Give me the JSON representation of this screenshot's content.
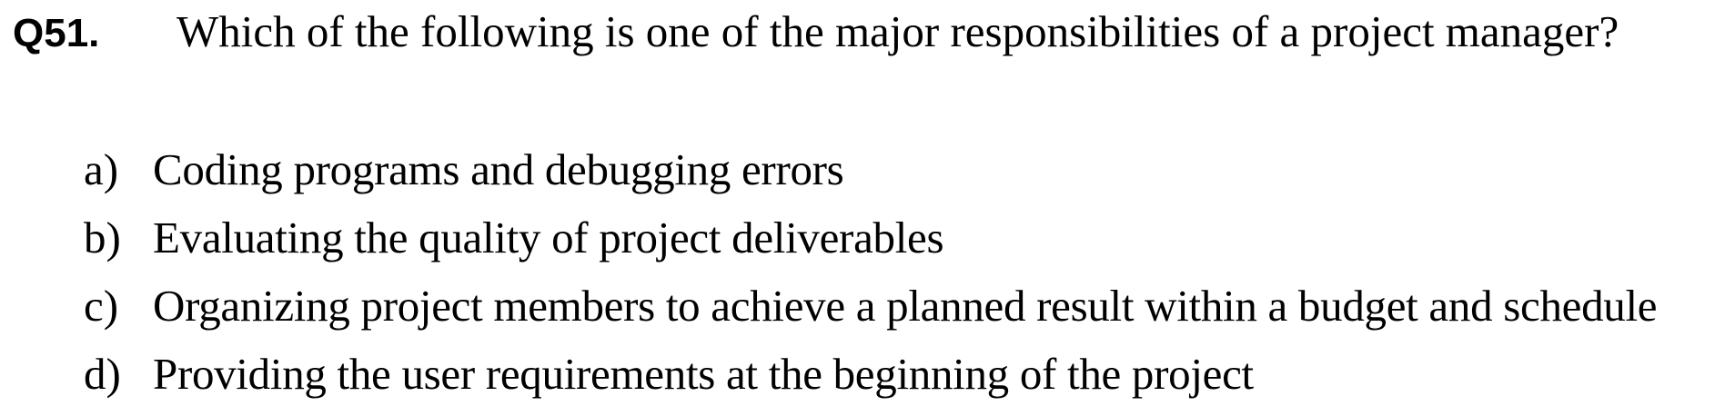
{
  "question": {
    "number": "Q51.",
    "text": "Which of the following is one of the major responsibilities of a project manager?"
  },
  "options": [
    {
      "label": "a)",
      "text": "Coding programs and debugging errors"
    },
    {
      "label": "b)",
      "text": "Evaluating the quality of project deliverables"
    },
    {
      "label": "c)",
      "text": "Organizing project members to achieve a planned result within a budget and schedule"
    },
    {
      "label": "d)",
      "text": "Providing the user requirements at the beginning of the project"
    }
  ]
}
